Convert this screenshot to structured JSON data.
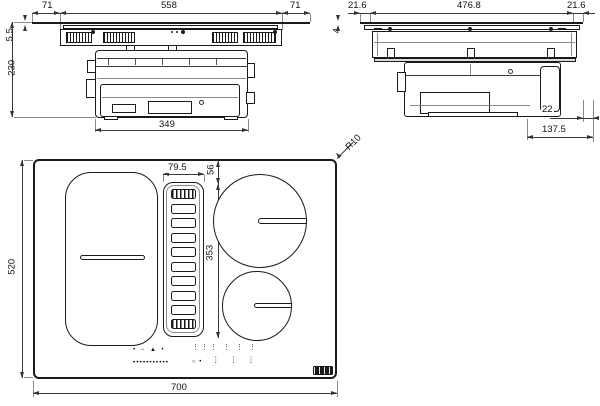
{
  "colors": {
    "line": "#1a1a1a",
    "dimension": "#3a3a3a",
    "background": "#ffffff"
  },
  "front": {
    "dims": {
      "overhang_left": "71",
      "glass_width": "558",
      "overhang_right": "71",
      "glass_thickness": "5.5",
      "total_height": "230",
      "motor_width": "349"
    }
  },
  "side": {
    "dims": {
      "inset_left": "21.6",
      "body_width": "476.8",
      "inset_right": "21.6",
      "glass_thickness": "4",
      "duct_height": "22",
      "duct_width": "137.5"
    }
  },
  "plan": {
    "dims": {
      "width": "700",
      "depth": "520",
      "grille_width": "79.5",
      "top_offset": "56",
      "zones_span": "353",
      "corner_radius": "R10"
    },
    "controls": {
      "row1_left": "•  −  ▲  •",
      "row1_right": "⋮⋮⋮  ⋮  ⋮  ⋮",
      "row2_left": "•••••••••••",
      "row2_mid": "○ •",
      "row2_right": "⋮ ⋮ ⋮"
    }
  }
}
